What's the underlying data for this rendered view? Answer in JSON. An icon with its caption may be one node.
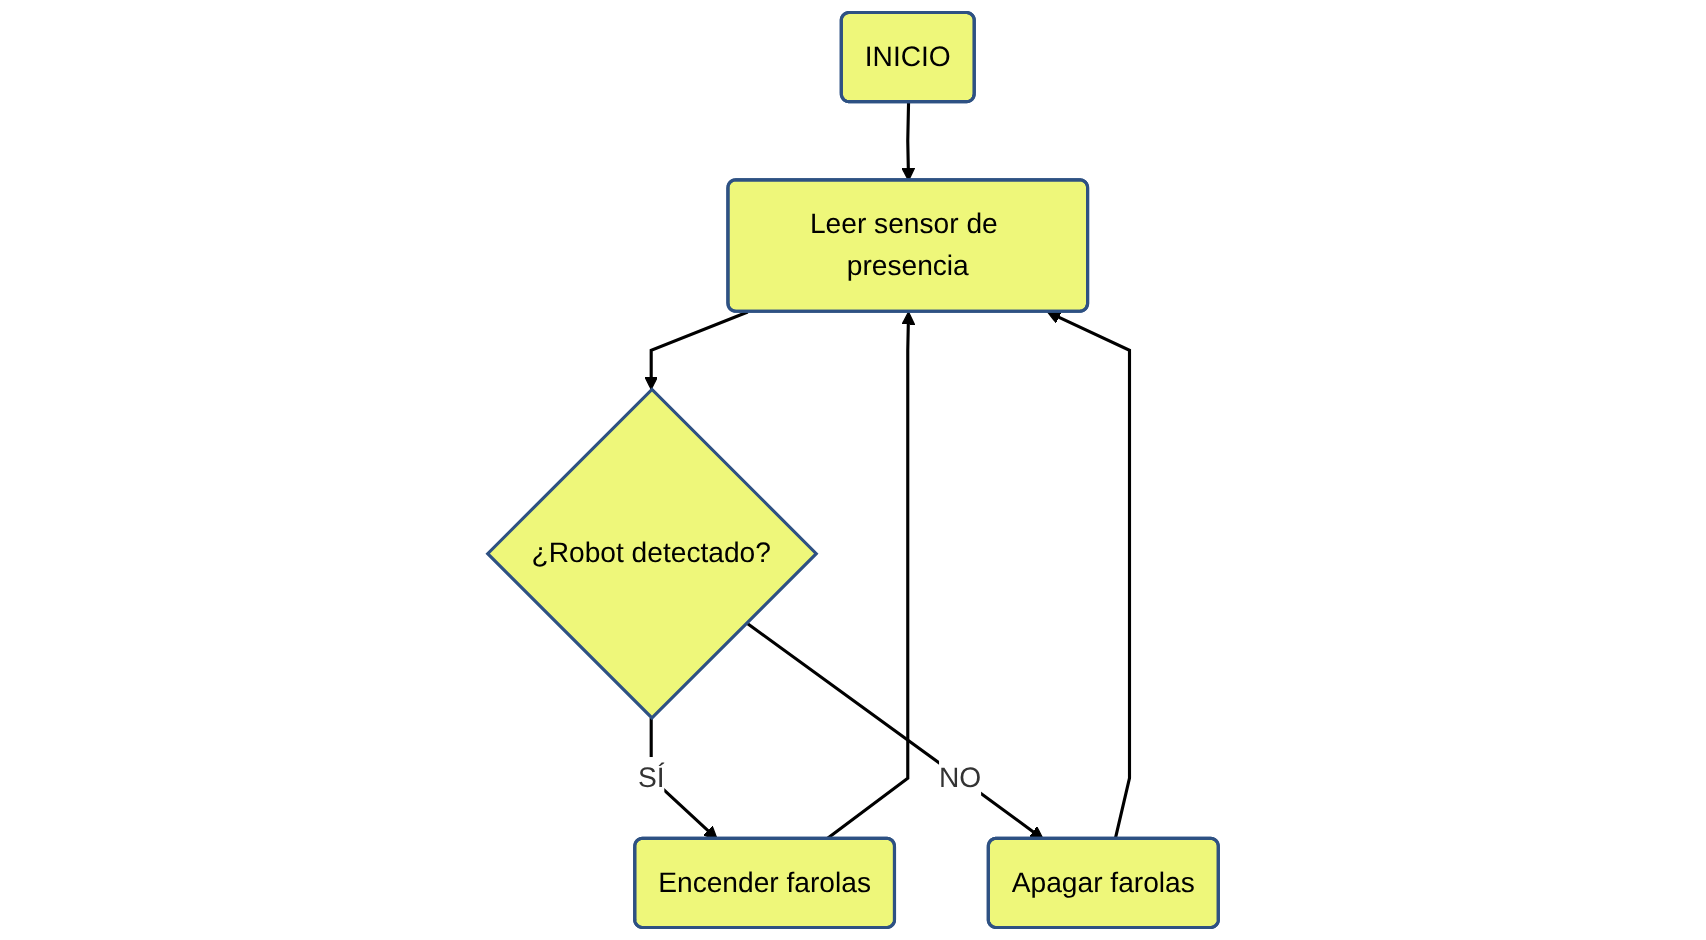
{
  "diagram": {
    "nodes": [
      {
        "text": [
          "INICIO"
        ]
      },
      {
        "text": [
          "Leer sensor de presencia"
        ]
      },
      {
        "text": [
          "¿Robot detectado?"
        ]
      },
      {
        "text": [
          "Encender farolas"
        ]
      },
      {
        "text": [
          "Apagar farolas"
        ]
      }
    ],
    "edges": [
      {
        "from": 0,
        "to": 1,
        "arrow": "to"
      },
      {
        "from": 1,
        "to": 2,
        "arrow": "to"
      },
      {
        "from": 2,
        "to": 3,
        "label": "SÍ",
        "arrow": "to"
      },
      {
        "from": 2,
        "to": 4,
        "label": "NO",
        "arrow": "to"
      },
      {
        "from": 3,
        "to": 1,
        "arrow": "to"
      },
      {
        "from": 4,
        "to": 1,
        "arrow": "to"
      }
    ]
  }
}
